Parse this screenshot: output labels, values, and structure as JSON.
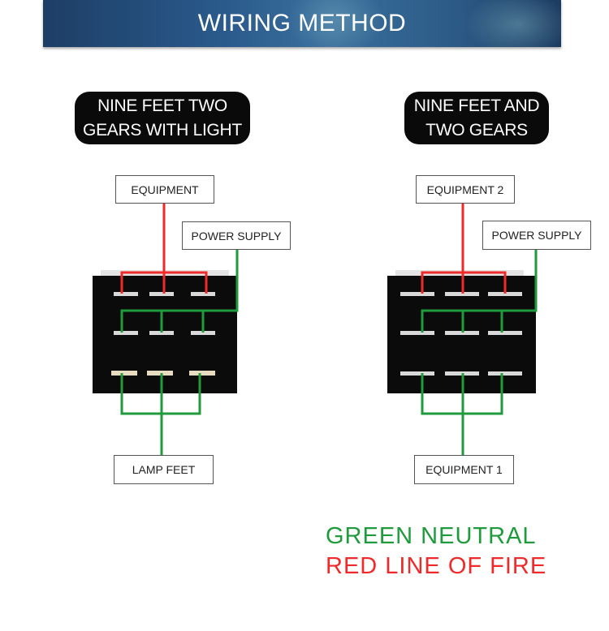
{
  "banner": {
    "title": "WIRING METHOD"
  },
  "left": {
    "title_line1": "NINE FEET TWO",
    "title_line2": "GEARS WITH LIGHT",
    "label_top": "EQUIPMENT",
    "label_power": "POWER SUPPLY",
    "label_bottom": "LAMP FEET"
  },
  "right": {
    "title_line1": "NINE FEET AND",
    "title_line2": "TWO GEARS",
    "label_top": "EQUIPMENT 2",
    "label_power": "POWER SUPPLY",
    "label_bottom": "EQUIPMENT 1"
  },
  "legend": {
    "green": "GREEN NEUTRAL",
    "red": "RED LINE OF FIRE"
  },
  "colors": {
    "neutral": "#1f9a3c",
    "fire": "#ee2a2a",
    "switch_body": "#0b0b0b"
  }
}
